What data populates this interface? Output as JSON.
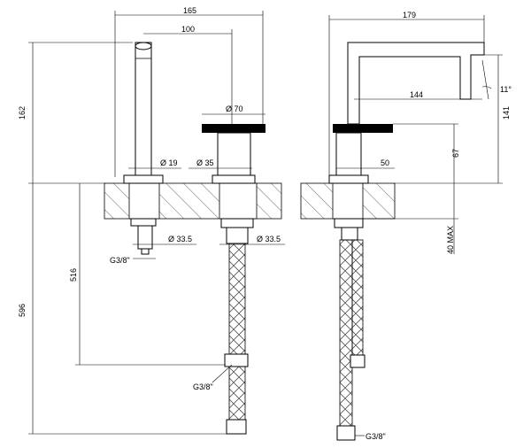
{
  "dimensions": {
    "front": {
      "overall_width": "165",
      "spout_to_handle": "100",
      "handle_diameter": "Ø 70",
      "overall_height": "162",
      "spout_diameter": "Ø 19",
      "body_diameter": "Ø 35",
      "connector_left": "Ø 33.5",
      "connector_right": "Ø 33.5",
      "thread_left": "G3/8\"",
      "thread_hose": "G3/8\"",
      "hose_length": "516",
      "total_length": "596"
    },
    "side": {
      "overall_depth": "179",
      "projection": "144",
      "angle": "11°",
      "height": "141",
      "body_height": "67",
      "offset": "50",
      "max_thickness": "40 MAX",
      "thread_hose": "G3/8\""
    }
  },
  "colors": {
    "line": "#000000",
    "background": "#ffffff",
    "hose": "#555555"
  }
}
